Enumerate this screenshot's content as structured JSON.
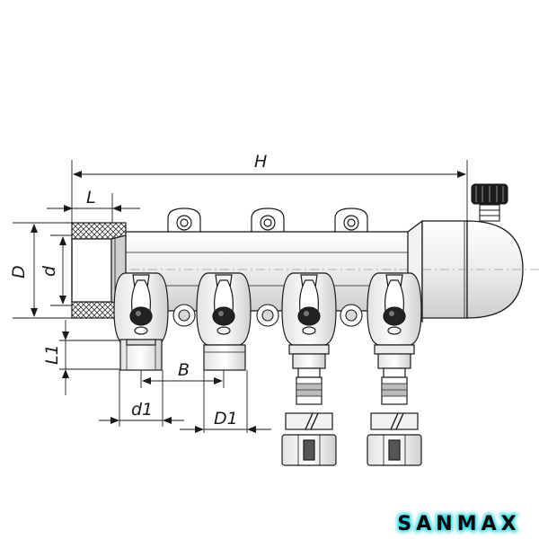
{
  "dimensions": {
    "H": "H",
    "L": "L",
    "D": "D",
    "d": "d",
    "L1": "L1",
    "B": "B",
    "d1": "d1",
    "D1": "D1"
  },
  "brand": {
    "name": "SANMAX",
    "text_color": "#0a0a0a",
    "glow_color": "#29d3e0"
  },
  "colors": {
    "line": "#1a1a1a",
    "body_fill": "#ffffff",
    "shade": "#d9d9d9",
    "dark": "#222222"
  }
}
